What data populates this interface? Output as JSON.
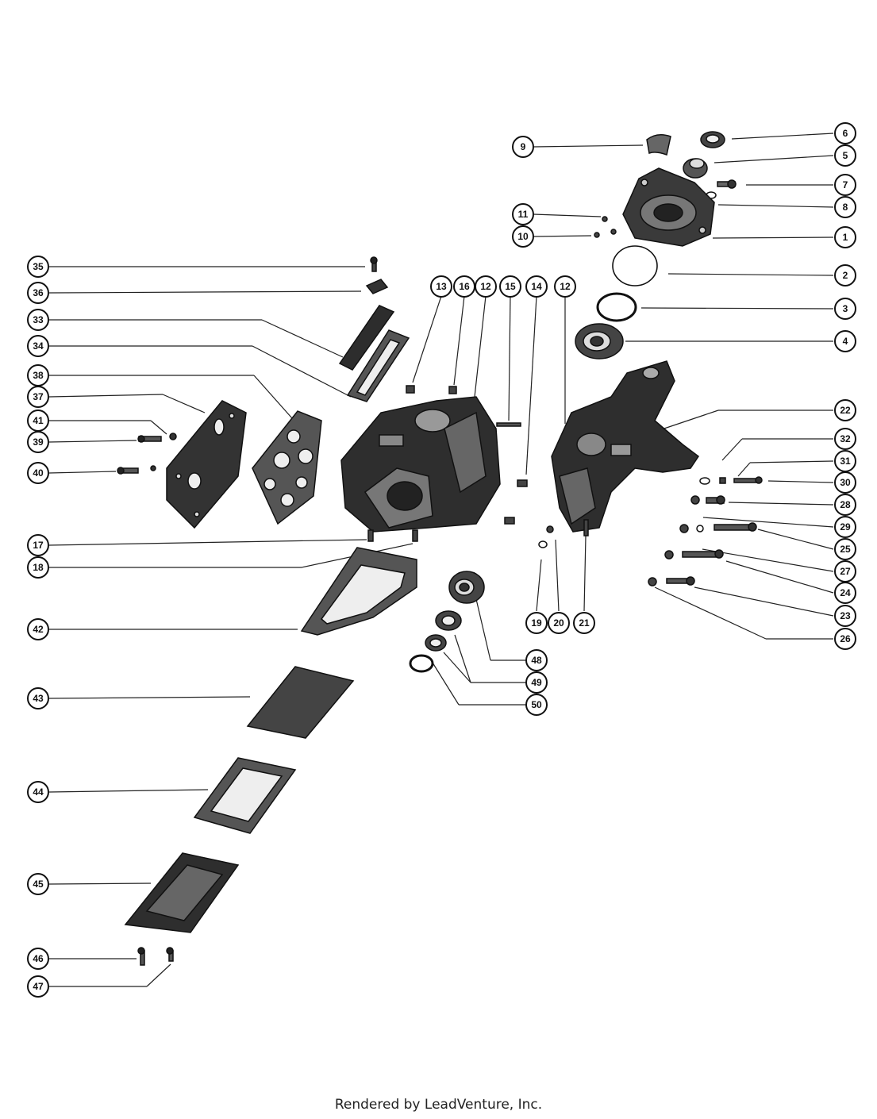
{
  "footer": {
    "text": "Rendered by LeadVenture, Inc."
  },
  "callouts": {
    "c1": "1",
    "c2": "2",
    "c3": "3",
    "c4": "4",
    "c5": "5",
    "c6": "6",
    "c7": "7",
    "c8": "8",
    "c9": "9",
    "c10": "10",
    "c11": "11",
    "c12": "12",
    "c13": "13",
    "c14": "14",
    "c15": "15",
    "c16": "16",
    "c17": "17",
    "c18": "18",
    "c19": "19",
    "c20": "20",
    "c21": "21",
    "c22": "22",
    "c23": "23",
    "c24": "24",
    "c25": "25",
    "c26": "26",
    "c27": "27",
    "c28": "28",
    "c29": "29",
    "c30": "30",
    "c31": "31",
    "c32": "32",
    "c33": "33",
    "c34": "34",
    "c35": "35",
    "c36": "36",
    "c37": "37",
    "c38": "38",
    "c39": "39",
    "c40": "40",
    "c41": "41",
    "c42": "42",
    "c43": "43",
    "c44": "44",
    "c45": "45",
    "c46": "46",
    "c47": "47",
    "c48": "48",
    "c49": "49",
    "c50": "50"
  },
  "colors": {
    "ink": "#111111",
    "part_fill": "#3a3a3a",
    "paper": "#ffffff"
  }
}
